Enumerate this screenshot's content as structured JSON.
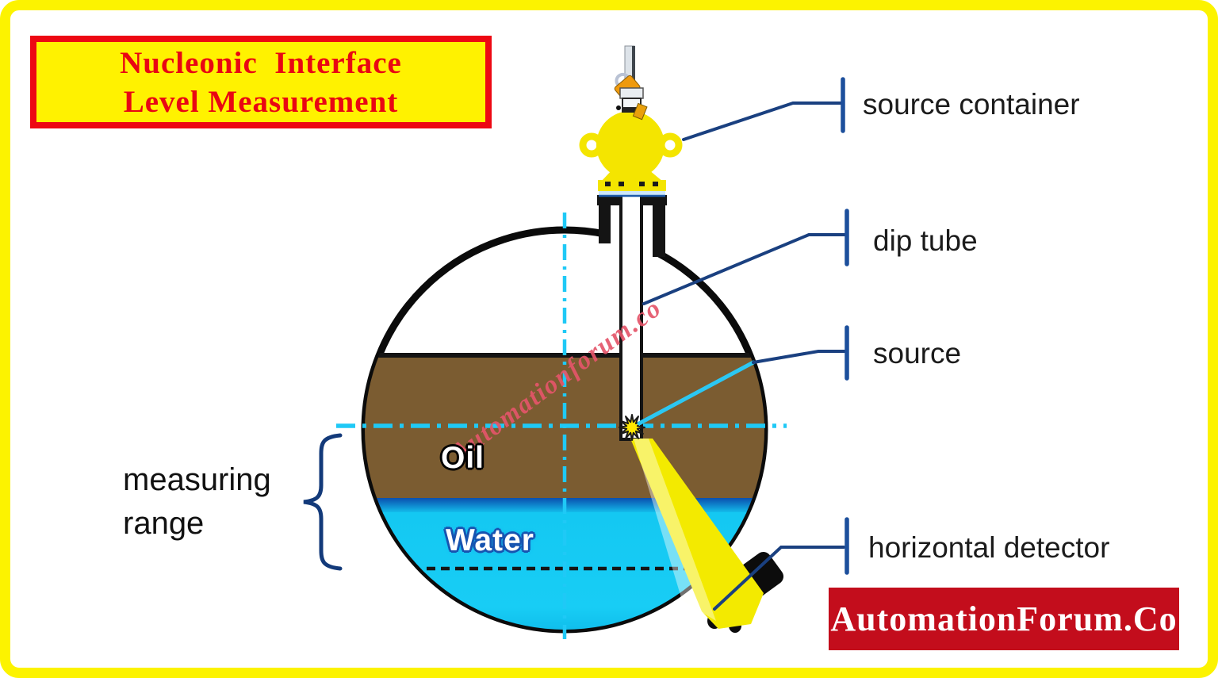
{
  "title": {
    "line1": "Nucleonic  Interface",
    "line2": "Level Measurement"
  },
  "callouts": {
    "source_container": "source container",
    "dip_tube": "dip tube",
    "source": "source",
    "horizontal_detector": "horizontal detector"
  },
  "annotations": {
    "measuring_range_line1": "measuring",
    "measuring_range_line2": "range",
    "oil_label": "Oil",
    "water_label": "Water",
    "watermark": "Automationforum.co"
  },
  "branding": {
    "logo_text": "AutomationForum.Co"
  },
  "colors": {
    "frame_yellow": "#fcf300",
    "title_bg": "#fff200",
    "title_red": "#e90613",
    "oil_brown": "#7b5c31",
    "water_cyan": "#14c8f2",
    "interface_blue": "#0a4fae",
    "beam_yellow": "#f3ea00",
    "container_yellow": "#f4e500",
    "centerline_cyan": "#1fc9f6",
    "leader_navy": "#1a4080",
    "source_leader_cyan": "#2cc7f2",
    "logo_red": "#c30d1c"
  }
}
